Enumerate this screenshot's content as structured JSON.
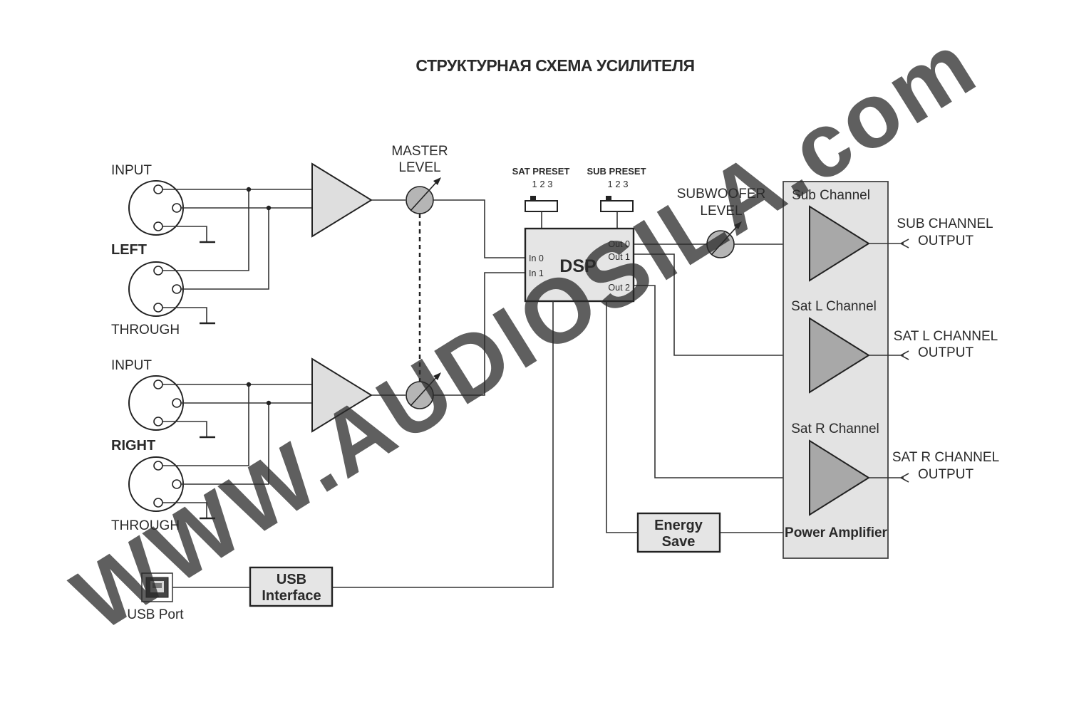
{
  "title": "СТРУКТУРНАЯ СХЕМА УСИЛИТЕЛЯ",
  "left_section": {
    "input_label": "INPUT",
    "channel_label": "LEFT",
    "through_label": "THROUGH"
  },
  "right_section": {
    "input_label": "INPUT",
    "channel_label": "RIGHT",
    "through_label": "THROUGH"
  },
  "master_level": {
    "line1": "MASTER",
    "line2": "LEVEL"
  },
  "sat_preset": {
    "label": "SAT PRESET",
    "numbers": "1 2 3"
  },
  "sub_preset": {
    "label": "SUB PRESET",
    "numbers": "1 2 3"
  },
  "dsp": {
    "label": "DSP",
    "in0": "In 0",
    "in1": "In 1",
    "out0": "Out 0",
    "out1": "Out 1",
    "out2": "Out 2"
  },
  "subwoofer_level": {
    "line1": "SUBWOOFER",
    "line2": "LEVEL"
  },
  "power_amp": {
    "sub_channel": "Sub Channel",
    "sat_l_channel": "Sat L Channel",
    "sat_r_channel": "Sat R Channel",
    "label": "Power Amplifier"
  },
  "outputs": {
    "sub": {
      "line1": "SUB CHANNEL",
      "line2": "OUTPUT"
    },
    "sat_l": {
      "line1": "SAT L CHANNEL",
      "line2": "OUTPUT"
    },
    "sat_r": {
      "line1": "SAT R CHANNEL",
      "line2": "OUTPUT"
    }
  },
  "energy_save": {
    "line1": "Energy",
    "line2": "Save"
  },
  "usb_interface": {
    "line1": "USB",
    "line2": "Interface"
  },
  "usb_port": {
    "label": "USB Port"
  },
  "watermark": "WWW.AUDIOSILA.com",
  "colors": {
    "watermark": "#f4a3a0",
    "amp_fill": "#dedede",
    "power_amp_fill": "#a8a8a8",
    "box_fill": "#e5e5e5"
  }
}
